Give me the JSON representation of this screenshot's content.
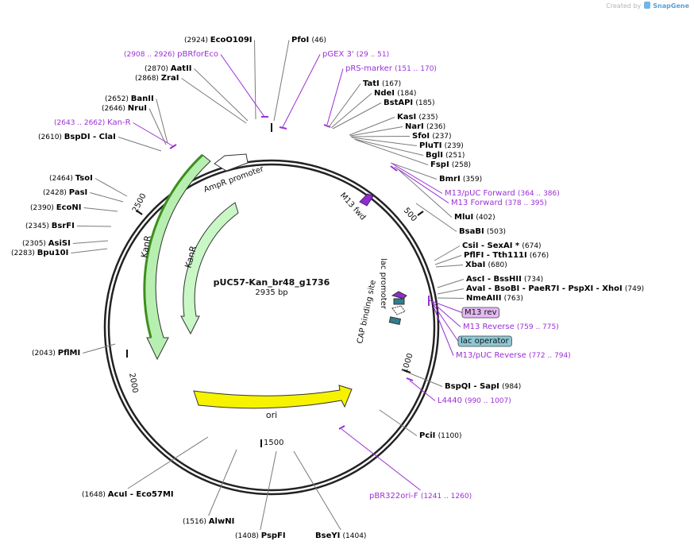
{
  "credit": {
    "prefix": "Created by",
    "brand": "SnapGene"
  },
  "plasmid": {
    "name": "pUC57-Kan_br48_g1736",
    "length": "2935 bp"
  },
  "ticks": [
    "500",
    "1000",
    "1500",
    "2000",
    "2500"
  ],
  "features": {
    "ampr": "AmpR promoter",
    "kanr_outer": "KanR",
    "kanr_inner": "KanR",
    "ori": "ori",
    "m13fwd": "M13 fwd",
    "lac": "lac promoter",
    "cap": "CAP binding site"
  },
  "sites": [
    {
      "name": "EcoO109I",
      "pos": "(2924)"
    },
    {
      "name": "PfoI",
      "pos": "(46)"
    },
    {
      "name": "pBRforEco",
      "pos": "(2908 .. 2926)"
    },
    {
      "name": "pGEX 3'",
      "pos": "(29 .. 51)"
    },
    {
      "name": "AatII",
      "pos": "(2870)"
    },
    {
      "name": "ZraI",
      "pos": "(2868)"
    },
    {
      "name": "pRS-marker",
      "pos": "(151 .. 170)"
    },
    {
      "name": "TatI",
      "pos": "(167)"
    },
    {
      "name": "NdeI",
      "pos": "(184)"
    },
    {
      "name": "BanII",
      "pos": "(2652)"
    },
    {
      "name": "NruI",
      "pos": "(2646)"
    },
    {
      "name": "BstAPI",
      "pos": "(185)"
    },
    {
      "name": "KasI",
      "pos": "(235)"
    },
    {
      "name": "Kan-R",
      "pos": "(2643 .. 2662)"
    },
    {
      "name": "NarI",
      "pos": "(236)"
    },
    {
      "name": "BspDI  - ClaI",
      "pos": "(2610)"
    },
    {
      "name": "SfoI",
      "pos": "(237)"
    },
    {
      "name": "PluTI",
      "pos": "(239)"
    },
    {
      "name": "BglI",
      "pos": "(251)"
    },
    {
      "name": "FspI",
      "pos": "(258)"
    },
    {
      "name": "TsoI",
      "pos": "(2464)"
    },
    {
      "name": "BmrI",
      "pos": "(359)"
    },
    {
      "name": "PasI",
      "pos": "(2428)"
    },
    {
      "name": "M13/pUC Forward",
      "pos": "(364 .. 386)"
    },
    {
      "name": "M13 Forward",
      "pos": "(378 .. 395)"
    },
    {
      "name": "EcoNI",
      "pos": "(2390)"
    },
    {
      "name": "MluI",
      "pos": "(402)"
    },
    {
      "name": "BsrFI",
      "pos": "(2345)"
    },
    {
      "name": "BsaBI",
      "pos": "(503)"
    },
    {
      "name": "AsiSI",
      "pos": "(2305)"
    },
    {
      "name": "CsiI  - SexAI *",
      "pos": "(674)"
    },
    {
      "name": "Bpu10I",
      "pos": "(2283)"
    },
    {
      "name": "PflFI  - Tth111I",
      "pos": "(676)"
    },
    {
      "name": "XbaI",
      "pos": "(680)"
    },
    {
      "name": "AscI  - BssHII",
      "pos": "(734)"
    },
    {
      "name": "AvaI  - BsoBI  - PaeR7I  - PspXI  - XhoI",
      "pos": "(749)"
    },
    {
      "name": "NmeAIII",
      "pos": "(763)"
    },
    {
      "name": "M13 rev",
      "pos": ""
    },
    {
      "name": "M13 Reverse",
      "pos": "(759 .. 775)"
    },
    {
      "name": "PflMI",
      "pos": "(2043)"
    },
    {
      "name": "lac operator",
      "pos": ""
    },
    {
      "name": "M13/pUC Reverse",
      "pos": "(772 .. 794)"
    },
    {
      "name": "BspQI  - SapI",
      "pos": "(984)"
    },
    {
      "name": "L4440",
      "pos": "(990 .. 1007)"
    },
    {
      "name": "PciI",
      "pos": "(1100)"
    },
    {
      "name": "pBR322ori-F",
      "pos": "(1241 .. 1260)"
    },
    {
      "name": "AcuI  - Eco57MI",
      "pos": "(1648)"
    },
    {
      "name": "AlwNI",
      "pos": "(1516)"
    },
    {
      "name": "PspFI",
      "pos": "(1408)"
    },
    {
      "name": "BseYI",
      "pos": "(1404)"
    }
  ],
  "colors": {
    "enzyme": "#000000",
    "primer": "#9a2fd6",
    "kanr": "#c9f7c6",
    "ori": "#f6f200",
    "promoter": "#ffffff",
    "lac_op_badge": "#8dc7d4",
    "m13rev_badge": "#e3b8f3",
    "cap": "#2f7e8f"
  }
}
